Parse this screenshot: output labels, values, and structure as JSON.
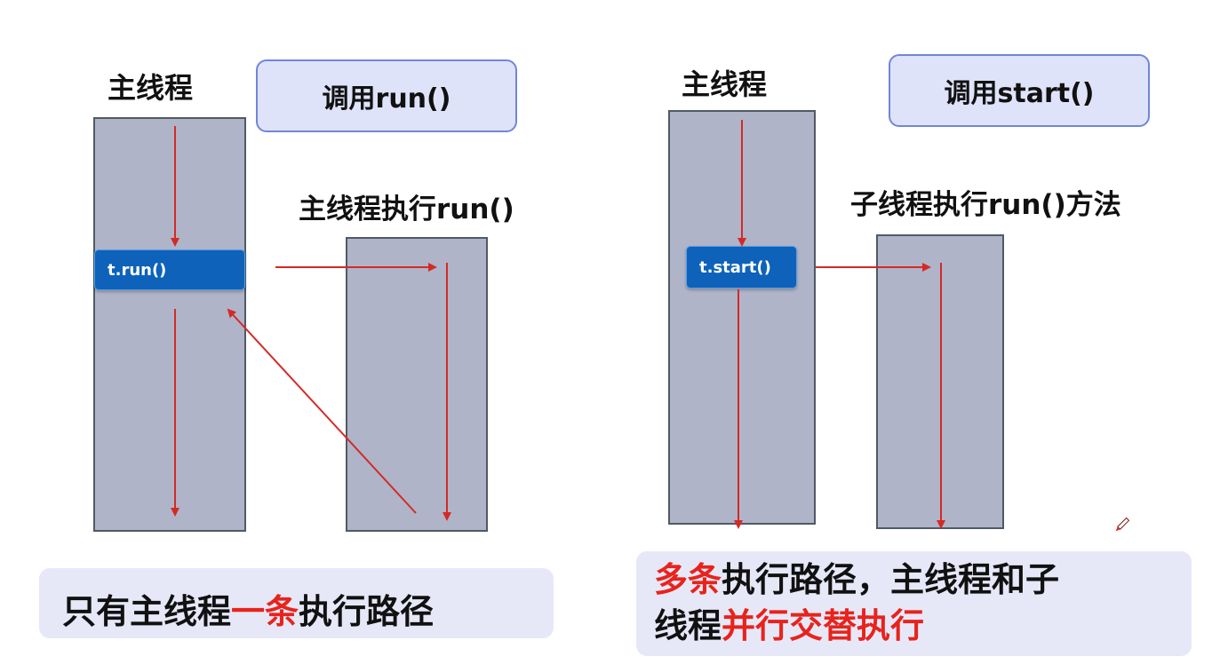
{
  "left": {
    "main_thread_title": "主线程",
    "call_box": "调用run()",
    "side_title": "主线程执行run()",
    "call_label": "t.run()",
    "summary": {
      "part1": "只有主线程",
      "highlight": "一条",
      "part2": "执行路径"
    }
  },
  "right": {
    "main_thread_title": "主线程",
    "call_box": "调用start()",
    "side_title": "子线程执行run()方法",
    "call_label": "t.start()",
    "summary": {
      "highlight1": "多条",
      "part1": "执行路径，主线程和子",
      "part2": "线程",
      "highlight2": "并行交替执行"
    }
  },
  "colors": {
    "arrow": "#d42a24",
    "column_fill": "#b0b4c9",
    "call_fill": "#0e62ba",
    "callout_fill": "#dfe3fa",
    "highlight_text": "#e8231c"
  },
  "icons": [
    "pen-cursor-icon"
  ]
}
